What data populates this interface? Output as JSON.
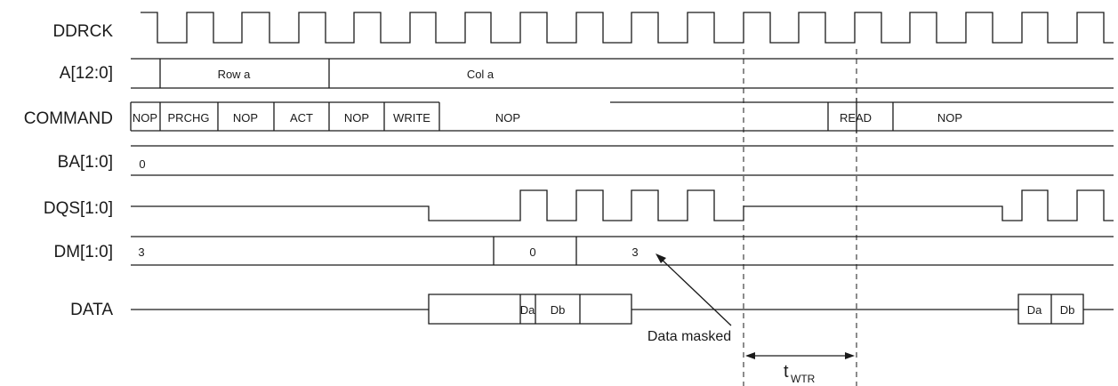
{
  "signals": {
    "ddrck": "DDRCK",
    "addr": "A[12:0]",
    "command": "COMMAND",
    "ba": "BA[1:0]",
    "dqs": "DQS[1:0]",
    "dm": "DM[1:0]",
    "data": "DATA"
  },
  "addr_values": {
    "row": "Row a",
    "col": "Col a"
  },
  "commands": {
    "c1": "NOP",
    "c2": "PRCHG",
    "c3": "NOP",
    "c4": "ACT",
    "c5": "NOP",
    "c6": "WRITE",
    "c7": "NOP",
    "c8": "READ",
    "c9": "NOP"
  },
  "ba_value": "0",
  "dm_values": {
    "v1": "3",
    "v2": "0",
    "v3": "3"
  },
  "data_values": {
    "w1": "Da",
    "w2": "Db",
    "r1": "Da",
    "r2": "Db"
  },
  "annotations": {
    "masked": "Data masked",
    "twtr": "t",
    "twtr_sub": "WTR"
  }
}
